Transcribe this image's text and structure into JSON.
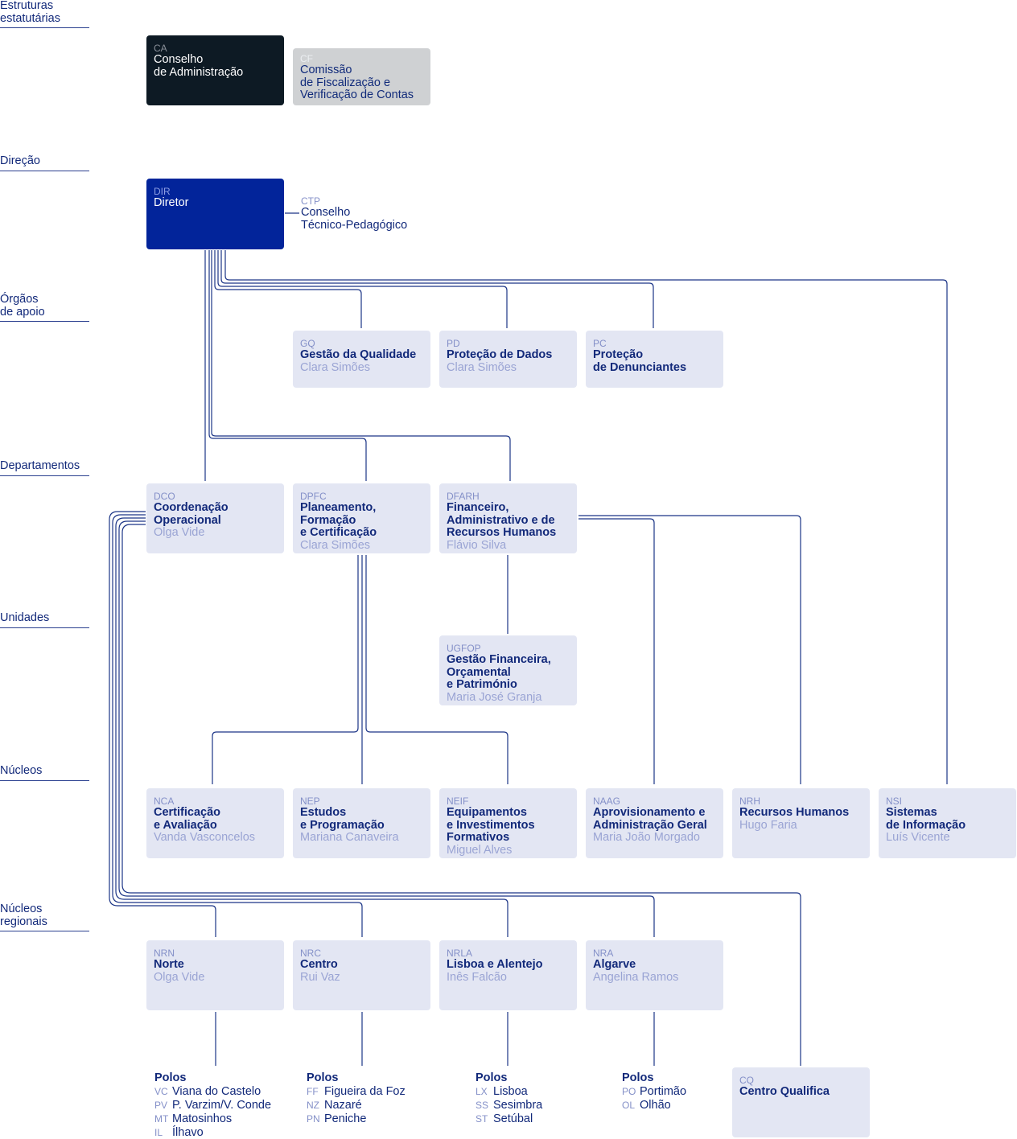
{
  "levels": [
    "Estruturas\nestatutárias",
    "Direção",
    "Órgãos\nde apoio",
    "Departamentos",
    "Unidades",
    "Núcleos",
    "Núcleos\nregionais"
  ],
  "boxes": {
    "ca": {
      "abbr": "CA",
      "title": "Conselho\nde Administração"
    },
    "cf": {
      "abbr": "CF",
      "title": "Comissão\nde Fiscalização e\nVerificação de Contas"
    },
    "dir": {
      "abbr": "DIR",
      "title": "Diretor"
    },
    "ctp": {
      "abbr": "CTP",
      "title": "Conselho\nTécnico-Pedagógico"
    },
    "gq": {
      "abbr": "GQ",
      "title": "Gestão da Qualidade",
      "name": "Clara Simões"
    },
    "pd": {
      "abbr": "PD",
      "title": "Proteção de Dados",
      "name": "Clara Simões"
    },
    "pc": {
      "abbr": "PC",
      "title": "Proteção\nde Denunciantes"
    },
    "dco": {
      "abbr": "DCO",
      "title": "Coordenação\nOperacional",
      "name": "Olga Vide"
    },
    "dpfc": {
      "abbr": "DPFC",
      "title": "Planeamento,\nFormação\ne Certificação",
      "name": "Clara Simões"
    },
    "dfarh": {
      "abbr": "DFARH",
      "title": "Financeiro,\nAdministrativo e de\nRecursos Humanos",
      "name": "Flávio Silva"
    },
    "ugfop": {
      "abbr": "UGFOP",
      "title": "Gestão Financeira,\nOrçamental\ne Património",
      "name": "Maria José Granja"
    },
    "nca": {
      "abbr": "NCA",
      "title": "Certificação\ne Avaliação",
      "name": "Vanda Vasconcelos"
    },
    "nep": {
      "abbr": "NEP",
      "title": "Estudos\ne Programação",
      "name": "Mariana Canaveira"
    },
    "neif": {
      "abbr": "NEIF",
      "title": "Equipamentos\ne Investimentos\nFormativos",
      "name": "Miguel Alves"
    },
    "naag": {
      "abbr": "NAAG",
      "title": "Aprovisionamento e\nAdministração Geral",
      "name": "Maria João Morgado"
    },
    "nrh": {
      "abbr": "NRH",
      "title": "Recursos Humanos",
      "name": "Hugo Faria"
    },
    "nsi": {
      "abbr": "NSI",
      "title": "Sistemas\nde Informação",
      "name": "Luís Vicente"
    },
    "nrn": {
      "abbr": "NRN",
      "title": "Norte",
      "name": "Olga Vide"
    },
    "nrc": {
      "abbr": "NRC",
      "title": "Centro",
      "name": "Rui Vaz"
    },
    "nrla": {
      "abbr": "NRLA",
      "title": "Lisboa e Alentejo",
      "name": "Inês Falcão"
    },
    "nra": {
      "abbr": "NRA",
      "title": "Algarve",
      "name": "Angelina Ramos"
    },
    "cq": {
      "abbr": "CQ",
      "title": "Centro Qualifica"
    }
  },
  "polos": [
    {
      "heading": "Polos",
      "items": [
        {
          "code": "VC",
          "name": "Viana do Castelo"
        },
        {
          "code": "PV",
          "name": "P. Varzim/V. Conde"
        },
        {
          "code": "MT",
          "name": "Matosinhos"
        },
        {
          "code": "IL",
          "name": "Ílhavo"
        }
      ]
    },
    {
      "heading": "Polos",
      "items": [
        {
          "code": "FF",
          "name": "Figueira da Foz"
        },
        {
          "code": "NZ",
          "name": "Nazaré"
        },
        {
          "code": "PN",
          "name": "Peniche"
        }
      ]
    },
    {
      "heading": "Polos",
      "items": [
        {
          "code": "LX",
          "name": "Lisboa"
        },
        {
          "code": "SS",
          "name": "Sesimbra"
        },
        {
          "code": "ST",
          "name": "Setúbal"
        }
      ]
    },
    {
      "heading": "Polos",
      "items": [
        {
          "code": "PO",
          "name": "Portimão"
        },
        {
          "code": "OL",
          "name": "Olhão"
        }
      ]
    }
  ],
  "colors": {
    "line": "#1c3587",
    "text": "#12297a",
    "box": "#e3e6f3",
    "director": "#02249a",
    "board": "#0d1a24"
  }
}
